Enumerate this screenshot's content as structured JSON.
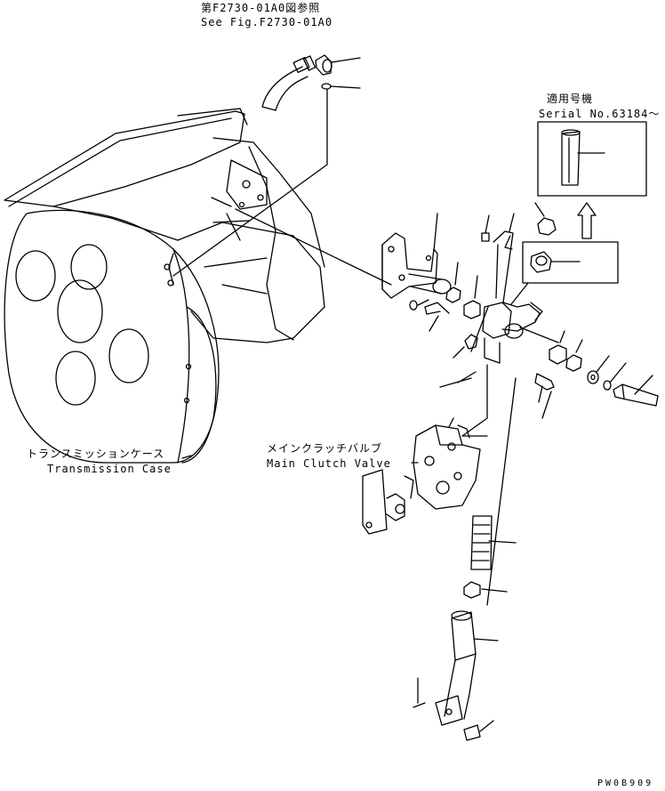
{
  "refs": {
    "ja": "第F2730-01A0図参照",
    "en": "See Fig.F2730-01A0"
  },
  "serial_box": {
    "ja": "適用号機",
    "en": "Serial No.63184～"
  },
  "transmission_case": {
    "ja": "トランスミッションケース",
    "en": "Transmission Case"
  },
  "main_clutch_valve": {
    "ja": "メインクラッチバルブ",
    "en": "Main Clutch Valve"
  },
  "drawing_code": "PW0B909"
}
